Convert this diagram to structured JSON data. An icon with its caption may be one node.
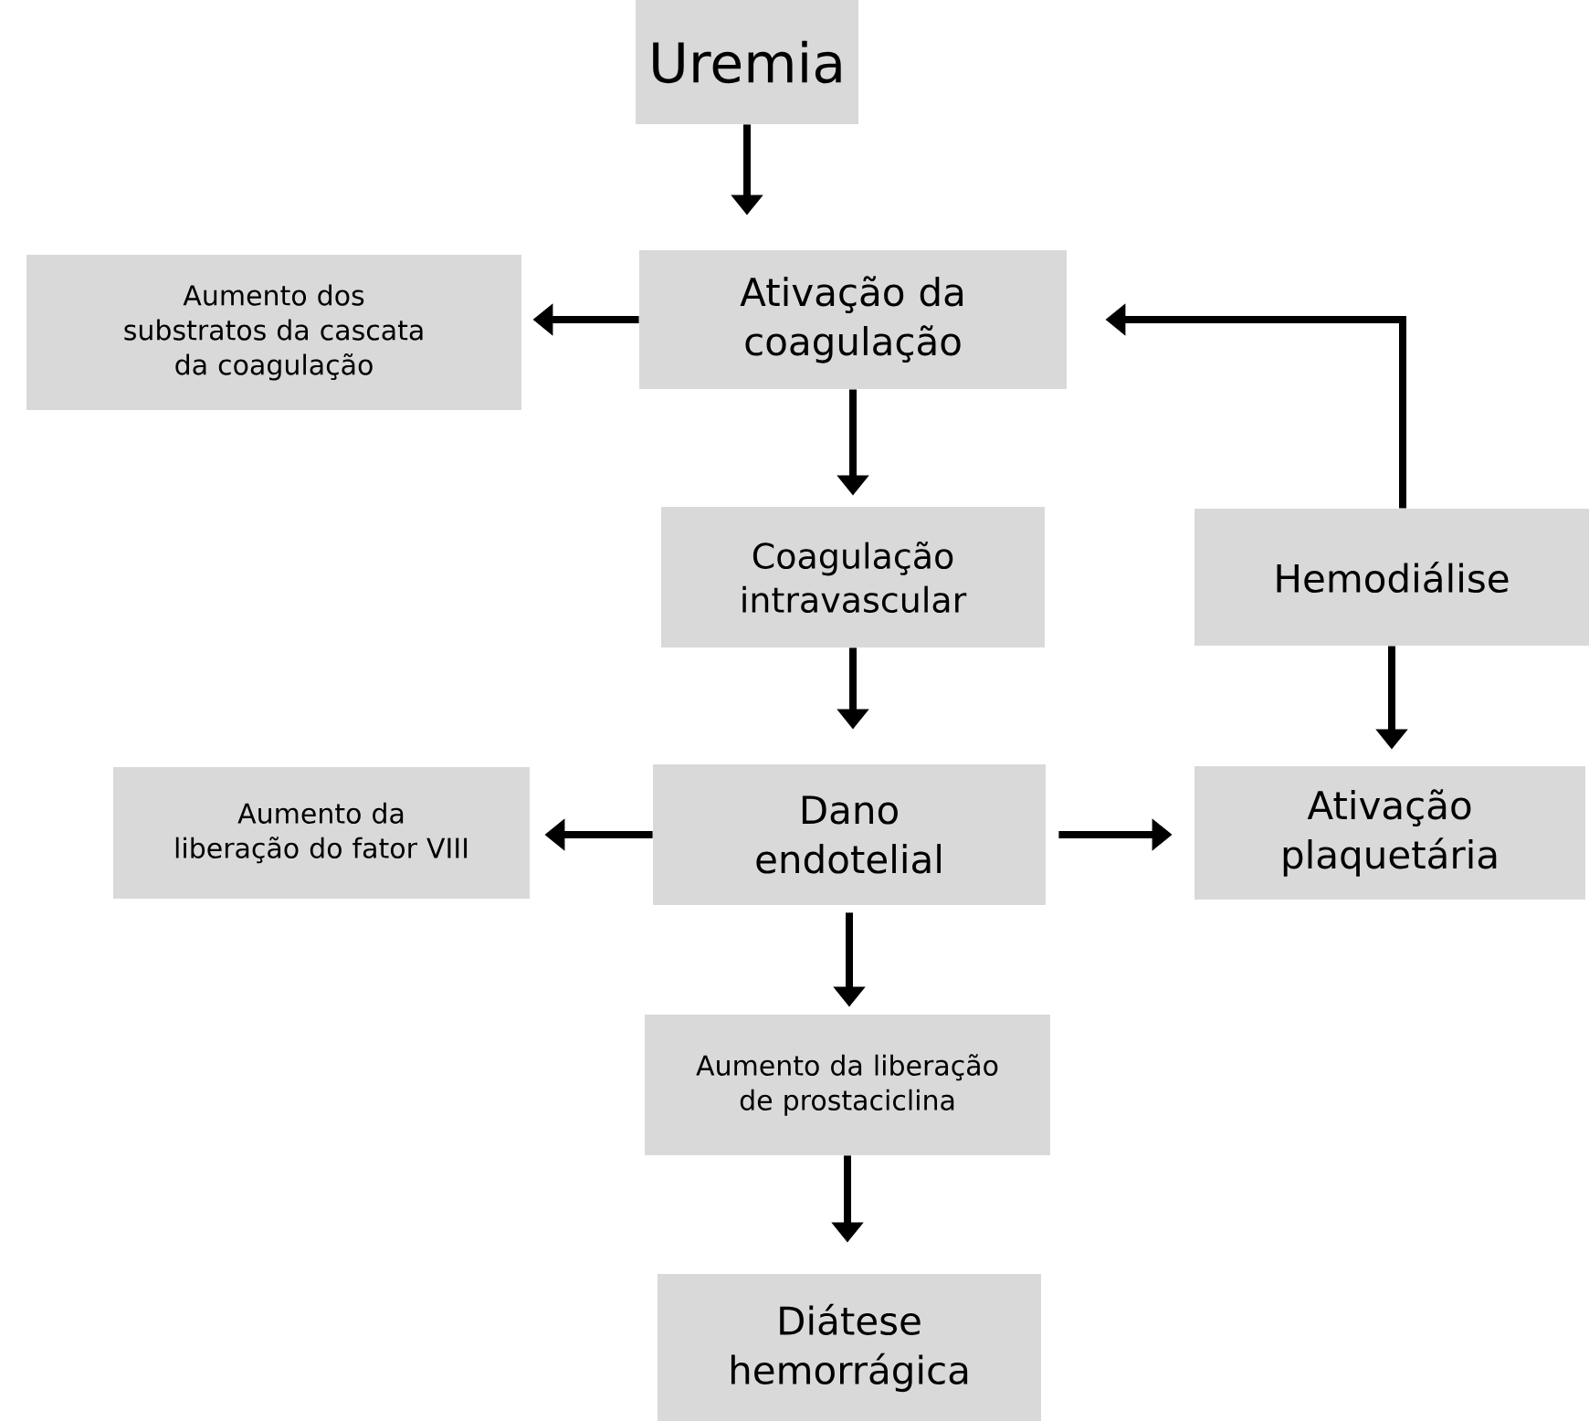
{
  "diagram": {
    "nodes": [
      {
        "text": [
          "Uremia"
        ]
      },
      {
        "text": [
          "Ativação da coagulação"
        ]
      },
      {
        "text": [
          "Aumento dos substratos da cascata da coagulação"
        ]
      },
      {
        "text": [
          "Coagulação intravascular"
        ]
      },
      {
        "text": [
          "Hemodiálise"
        ]
      },
      {
        "text": [
          "Dano endotelial"
        ]
      },
      {
        "text": [
          "Aumento da liberação do fator VIII"
        ]
      },
      {
        "text": [
          "Ativação plaquetária"
        ]
      },
      {
        "text": [
          "Aumento da liberação de prostaciclina"
        ]
      },
      {
        "text": [
          "Diátese hemorrágica"
        ]
      }
    ],
    "edges": [
      {
        "from": 0,
        "to": 1,
        "arrow": "to"
      },
      {
        "from": 1,
        "to": 2,
        "arrow": "to"
      },
      {
        "from": 1,
        "to": 3,
        "arrow": "to"
      },
      {
        "from": 3,
        "to": 5,
        "arrow": "to"
      },
      {
        "from": 4,
        "to": 1,
        "arrow": "to"
      },
      {
        "from": 4,
        "to": 7,
        "arrow": "to"
      },
      {
        "from": 5,
        "to": 6,
        "arrow": "to"
      },
      {
        "from": 5,
        "to": 7,
        "arrow": "to"
      },
      {
        "from": 5,
        "to": 8,
        "arrow": "to"
      },
      {
        "from": 8,
        "to": 9,
        "arrow": "to"
      }
    ]
  }
}
